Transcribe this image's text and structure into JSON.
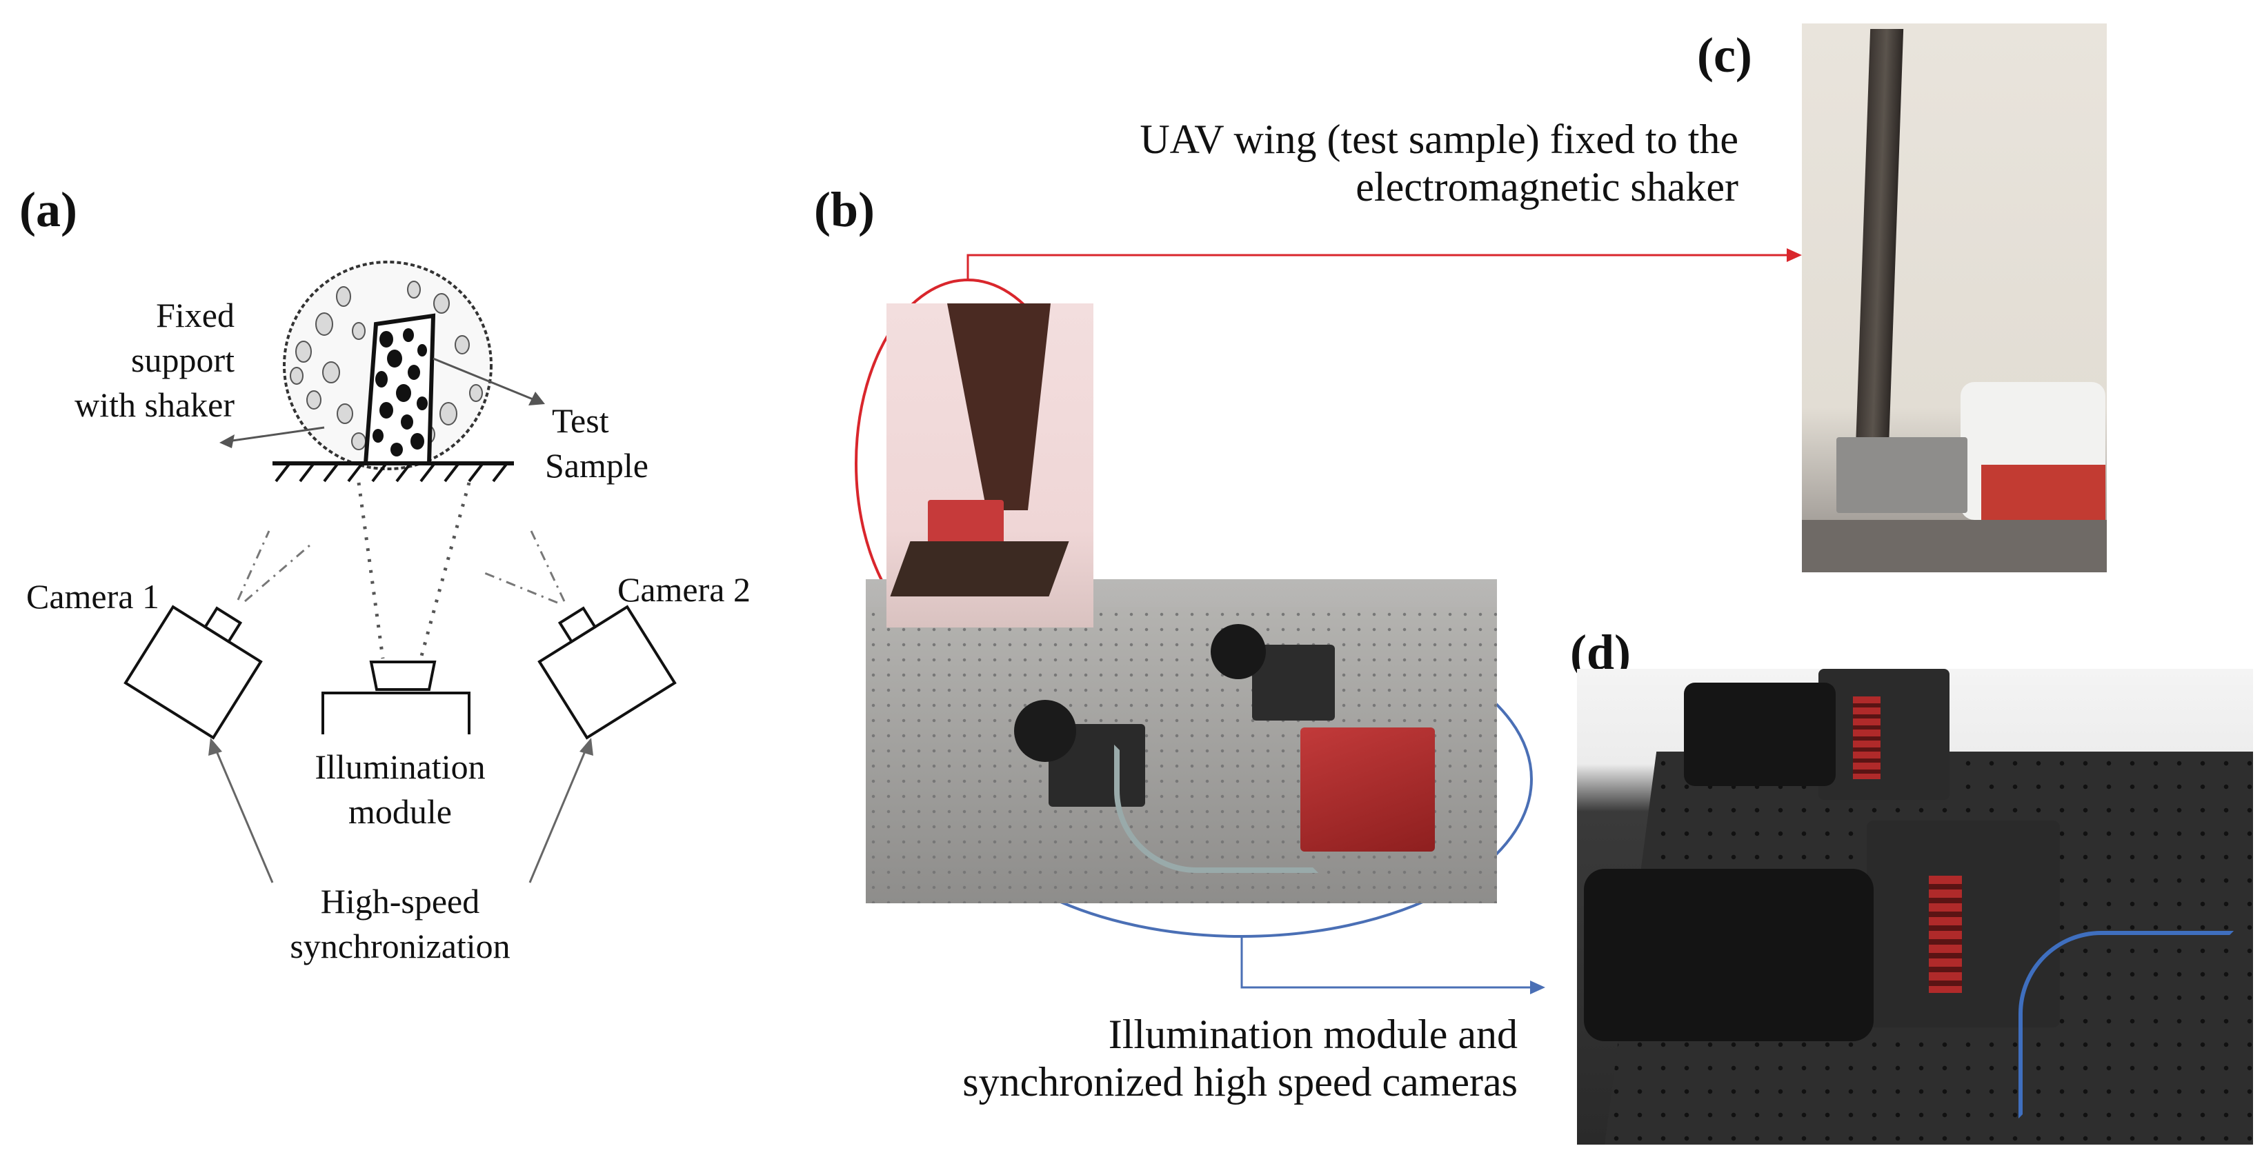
{
  "panels": {
    "a": {
      "label": "(a)",
      "fixed_support": [
        "Fixed",
        "support",
        "with shaker"
      ],
      "test_sample": [
        "Test",
        "Sample"
      ],
      "camera1": "Camera 1",
      "camera2": "Camera 2",
      "illumination": [
        "Illumination",
        "module"
      ],
      "sync": [
        "High-speed",
        "synchronization"
      ]
    },
    "b": {
      "label": "(b)"
    },
    "c": {
      "label": "(c)"
    },
    "d": {
      "label": "(d)"
    }
  },
  "captions": {
    "wing": [
      "UAV wing (test sample) fixed to the",
      "electromagnetic shaker"
    ],
    "cameras": [
      "Illumination module and",
      "synchronized high speed cameras"
    ]
  },
  "colors": {
    "ink": "#111111",
    "red_highlight": "#d9262c",
    "blue_highlight": "#4a6fb5",
    "camera_red": "#b02a2a",
    "table_dark": "#2b2b2b"
  }
}
